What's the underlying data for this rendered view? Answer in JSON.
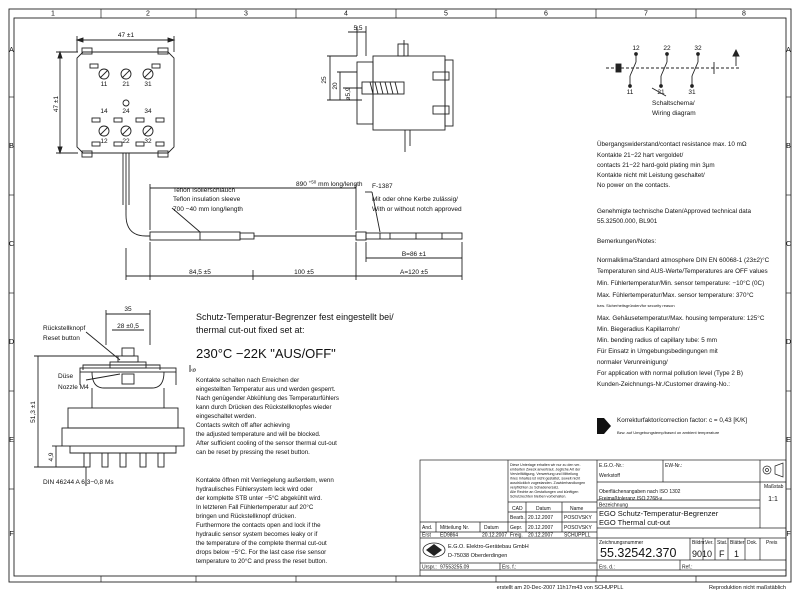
{
  "frame": {
    "cols": [
      "1",
      "2",
      "3",
      "4",
      "5",
      "6",
      "7",
      "8"
    ],
    "rows": [
      "A",
      "B",
      "C",
      "D",
      "E",
      "F"
    ]
  },
  "dims": {
    "width_top": "47 ±1",
    "height_left": "47 ±1",
    "dim_55": "5,5",
    "dim_25": "25",
    "dim_20": "20",
    "dim_phi59": "ø5,9",
    "len_845": "84,5 ±5",
    "len_100": "100 ±5",
    "len_B": "B=86 ±1",
    "len_A": "A=120 ±5",
    "len_890": "890 ",
    "len_890_tol": "+50",
    "len_890_unit": " mm long/length",
    "dim_35": "35",
    "dim_28": "28 ±0,5",
    "dim_513": "51,3 ±1",
    "dim_6": "6",
    "dim_49": "4,9"
  },
  "pins": {
    "top": [
      "11",
      "21",
      "31"
    ],
    "mid": [
      "14",
      "24",
      "34"
    ],
    "bot": [
      "12",
      "22",
      "32"
    ]
  },
  "labels": {
    "teflon_de": "Teflon Isolierschlauch",
    "teflon_en": "Teflon insulation sleeve",
    "teflon_len": "700 −40 mm long/length",
    "f1387": "F-1387",
    "notch_de": "Mit oder ohne Kerbe zulässig/",
    "notch_en": "With or without notch approved",
    "reset_de": "Rückstellknopf",
    "reset_en": "Reset button",
    "nozzle_de": "Düse",
    "nozzle_en": "Nozzle M4",
    "din": "DIN 46244 A 6,3−0,8 Ms"
  },
  "schematic": {
    "top": [
      "12",
      "22",
      "32"
    ],
    "bottom": [
      "11",
      "21",
      "31"
    ],
    "caption_de": "Schaltschema/",
    "caption_en": "Wiring diagram"
  },
  "specs": {
    "lines": [
      "Übergangswiderstand/contact resistance  max. 10 mΩ",
      "Kontakte 21−22 hart vergoldet/",
      "contacts 21−22 hard-gold plating min 3µm",
      "Kontakte nicht mit Leistung geschaltet/",
      "No power on the contacts."
    ],
    "approved": [
      "Genehmigte technische Daten/Approved technical data",
      "55.32500.000, BL901"
    ],
    "remarks_title": "Bemerkungen/Notes:",
    "notes": [
      "Normalklima/Standard atmosphere DIN EN 60068-1 (23±2)°C",
      "Temperaturen sind AUS-Werte/Temperatures are OFF values",
      "Min. Fühlertemperatur/Min. sensor temperature: −10°C (0C)",
      "Max. Fühlertemperatur/Max. sensor temperature: 370°C"
    ],
    "note_small": "bzw. Sicherheitsgründen/for security reason",
    "notes2": [
      "Max. Gehäusetemperatur/Max. housing temperature: 125°C",
      "Min. Biegeradius Kapillarrohr/",
      "Min. bending radius of capillary tube: 5 mm",
      "Für Einsatz in Umgebungsbedingungen mit",
      "normaler Verunreinigung/",
      "For application with normal pollution level (Type 2 B)",
      "Kunden-Zeichnungs-Nr./Customer drawing-No.:"
    ],
    "correction": "Korrekturfaktor/correction factor: c = 0,43 [K/K]",
    "correction_small": "Bzw. auf Umgebungstemp/based on ambient temperature"
  },
  "title_text": {
    "line1": "Schutz-Temperatur-Begrenzer fest eingestellt bei/",
    "line2": "thermal cut-out fixed set at:",
    "temp": "230°C −22K \"AUS/OFF\""
  },
  "text_de1": [
    "Kontakte schalten nach Erreichen der",
    "eingestellten Temperatur aus und werden gesperrt.",
    "Nach genügender Abkühlung des Temperaturfühlers",
    "kann durch Drücken des Rückstellknopfes wieder",
    "eingeschaltet werden.",
    "Contacts switch off after achieving",
    "the adjusted temperature and will be blocked.",
    "After sufficient cooling of the sensor thermal cut-out",
    "can be reset by pressing the reset button."
  ],
  "text_de2": [
    "Kontakte öffnen mit Verriegelung außerdem, wenn",
    "hydraulisches Fühlersystem leck wird oder",
    "der komplette STB unter −5°C abgekühlt wird.",
    "In letzteren Fall Fühlertemperatur auf 20°C",
    "bringen und Rückstellknopf drücken.",
    "Furthermore the contacts open and lock if the",
    "hydraulic sensor system becomes leaky or if",
    "the temperature of the complete thermal cut-out",
    "drops below −5°C. For the last case rise sensor",
    "temperature to 20°C and press the reset button."
  ],
  "titleblock": {
    "legal": [
      "Diese Unterlage erhalten wir nur zu den ver-",
      "einbarten Zweck anvertraut. Jegliche Art der",
      "Vervielfältigung, Verwertung und Mitteilung",
      "ihres Inhaltes ist nicht gestattet, soweit nicht",
      "ausdrücklich zugestanden. Zuwiderhandlungen",
      "verpflichten zu Schadenersatz.",
      "Alle Rechte an Gestaltungen und künftigen",
      "Schutzrechten bleiben vorbehalten."
    ],
    "ego_nr": "E.G.O.-Nr.:",
    "ew_nr": "EW-Nr.:",
    "werkstoff": "Werkstoff",
    "masstab_label": "Maßstab",
    "masstab": "1:1",
    "surface": "Oberflächenangaben nach ISO 1302",
    "tolerance": "Freimaßtoleranz ISO 2768-v",
    "bezeichnung": "Bezeichnung",
    "name_de": "EGO Schutz-Temperatur-Begrenzer",
    "name_en": "EGO Thermal cut-out",
    "zeichnungsnummer_label": "Zeichnungsnummer",
    "zeichnungsnummer": "55.32542.370",
    "bildnr_label": "Bildnr.",
    "bildnr": "901",
    "ver_label": "Ver.",
    "ver": "0",
    "stat_label": "Stat.",
    "stat": "F",
    "blatter_label": "Blätter",
    "blatter": "1",
    "dok_label": "Dok.",
    "preis_label": "Preis",
    "cad": "CAD",
    "datum": "Datum",
    "name": "Name",
    "rows": [
      {
        "k": "Bearb.",
        "d": "20.12.2007",
        "n": "POSOVSKY"
      },
      {
        "k": "Gepr.",
        "d": "20.12.2007",
        "n": "POSOVSKY"
      },
      {
        "k": "Freig.",
        "d": "20.12.2007",
        "n": "SCHUPPLL"
      }
    ],
    "and": "And.",
    "mitteilung": "Mitteilung Nr.",
    "datum2": "Datum",
    "erst": "Erst",
    "erst_nr": "ED9864",
    "erst_d": "20.12.2007",
    "company1": "E.G.O. Elektro-Gerätebau GmbH",
    "company2": "D-75038 Oberderdingen",
    "urspr_label": "Urspr.:",
    "urspr": "97553255.09",
    "ers_label": "Ers. f.:",
    "ers_d_label": "Ers. d.:",
    "ref_label": "Ref.:"
  },
  "footer": {
    "created": "erstellt am 20-Dec-2007 11h17m43 von SCHUPPLL",
    "reproduction": "Reproduktion nicht maßstäblich"
  }
}
